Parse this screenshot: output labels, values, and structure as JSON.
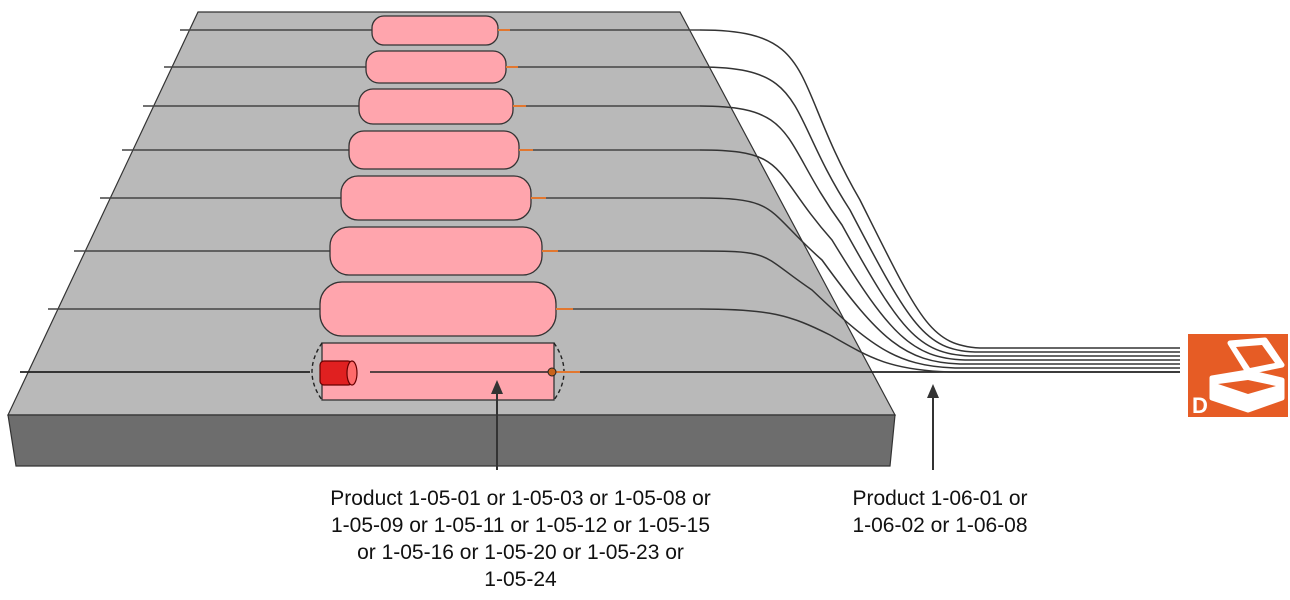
{
  "labels": {
    "product_105": [
      "Product 1-05-01 or 1-05-03 or 1-05-08 or",
      "1-05-09 or 1-05-11 or 1-05-12 or 1-05-15",
      "or 1-05-16 or 1-05-20 or 1-05-23 or",
      "1-05-24"
    ],
    "product_106": [
      "Product 1-06-01 or",
      "1-06-02 or 1-06-08"
    ]
  },
  "case_icon": {
    "letter": "D",
    "icon": "open-case-icon"
  },
  "colors": {
    "table_top": "#b9b9b9",
    "table_front": "#6d6d6d",
    "product_fill": "#ffa5ad",
    "end_cap": "#e02020",
    "leads": "#e2772f",
    "case_badge": "#e65c25"
  }
}
